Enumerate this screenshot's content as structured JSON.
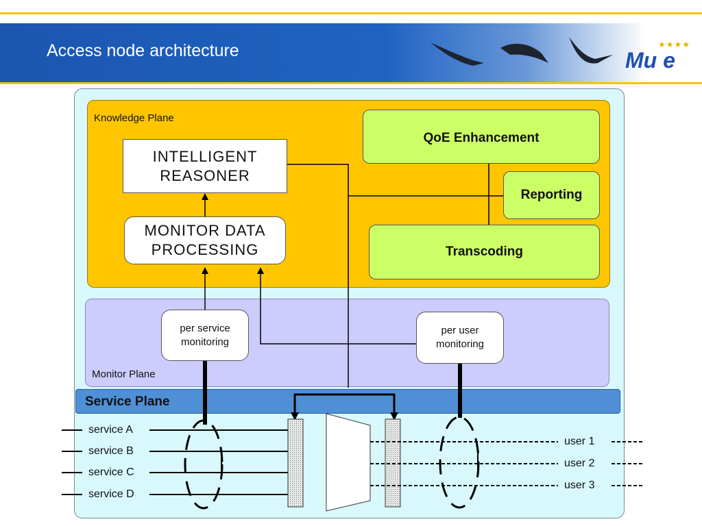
{
  "header": {
    "title": "Access node architecture",
    "logo_text": "Mu e"
  },
  "planes": {
    "knowledge": "Knowledge Plane",
    "monitor": "Monitor Plane",
    "service": "Service Plane"
  },
  "blocks": {
    "reasoner": [
      "INTELLIGENT",
      "REASONER"
    ],
    "monitor_processing": [
      "MONITOR DATA",
      "PROCESSING"
    ],
    "qoe": "QoE Enhancement",
    "reporting": "Reporting",
    "transcoding": "Transcoding",
    "per_service": [
      "per service",
      "monitoring"
    ],
    "per_user": [
      "per user",
      "monitoring"
    ]
  },
  "services": [
    "service A",
    "service B",
    "service C",
    "service D"
  ],
  "users": [
    "user 1",
    "user 2",
    "user 3"
  ],
  "colors": {
    "header_blue": "#1f63c2",
    "accent_yellow": "#f5c400",
    "knowledge_plane": "#ffc600",
    "monitor_plane": "#ccccff",
    "service_plane": "#4f8fd6",
    "outer_bg": "#d8f8fc",
    "green_block": "#ccff66"
  }
}
